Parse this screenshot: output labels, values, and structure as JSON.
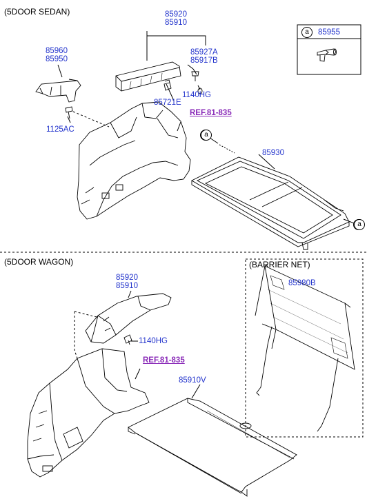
{
  "sections": {
    "sedan": {
      "title": "(5DOOR SEDAN)",
      "ref": "REF.81-835",
      "labels": {
        "p85920": "85920",
        "p85910": "85910",
        "p85960": "85960",
        "p85950": "85950",
        "p85927A": "85927A",
        "p85917B": "85917B",
        "p1140HG": "1140HG",
        "p85721E": "85721E",
        "p1125AC": "1125AC",
        "p85930": "85930"
      },
      "callout_letter": "a",
      "legend": {
        "letter": "a",
        "part_no": "85955"
      }
    },
    "wagon": {
      "title": "(5DOOR WAGON)",
      "ref": "REF.81-835",
      "labels": {
        "p85920": "85920",
        "p85910": "85910",
        "p1140HG": "1140HG",
        "p85910V": "85910V"
      }
    },
    "barrier_net": {
      "title": "(BARRIER NET)",
      "label": "85980B"
    }
  },
  "colors": {
    "label": "#2233cc",
    "ref": "#8a2bb8",
    "line": "#000000"
  }
}
